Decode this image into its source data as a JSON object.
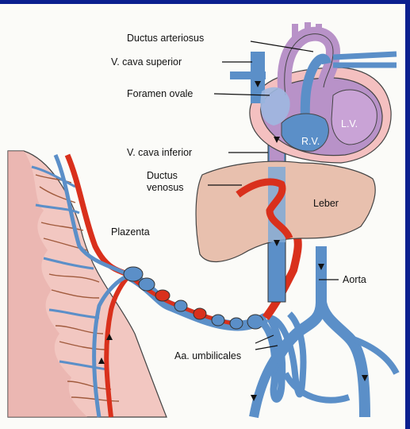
{
  "colors": {
    "frame": "#0b1f8f",
    "vein_blue": "#5b8fc8",
    "artery_red": "#d9301c",
    "heart_purple": "#b892c8",
    "pericardium_pink": "#f4c0c0",
    "liver": "#e8c0ae",
    "placenta_pink": "#f2c7c1"
  },
  "labels": {
    "ductus_arteriosus": "Ductus arteriosus",
    "v_cava_superior": "V. cava superior",
    "foramen_ovale": "Foramen ovale",
    "v_cava_inferior": "V. cava inferior",
    "ductus_venosus_line1": "Ductus",
    "ductus_venosus_line2": "venosus",
    "plazenta": "Plazenta",
    "leber": "Leber",
    "aorta": "Aorta",
    "aa_umbilicales": "Aa. umbilicales",
    "lv": "L.V.",
    "rv": "R.V."
  }
}
